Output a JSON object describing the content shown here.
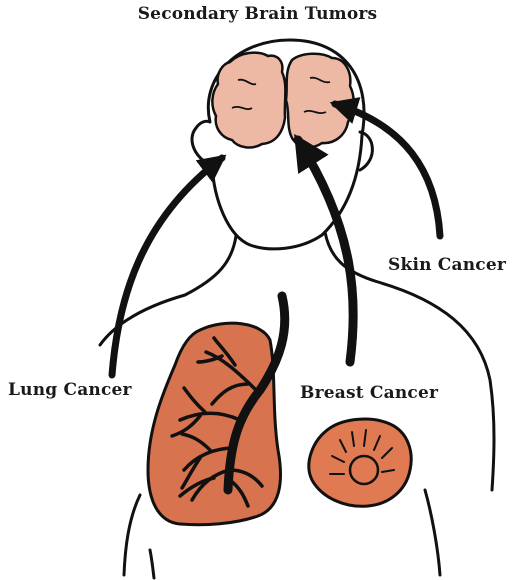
{
  "title": "Secondary Brain Tumors",
  "labels": {
    "skin": "Skin Cancer",
    "lung": "Lung Cancer",
    "breast": "Breast Cancer"
  },
  "colors": {
    "brain": "#eeb9a4",
    "lung": "#d7744f",
    "breast": "#e07a53",
    "outline": "#111111",
    "arrow": "#111111",
    "background": "#ffffff"
  }
}
